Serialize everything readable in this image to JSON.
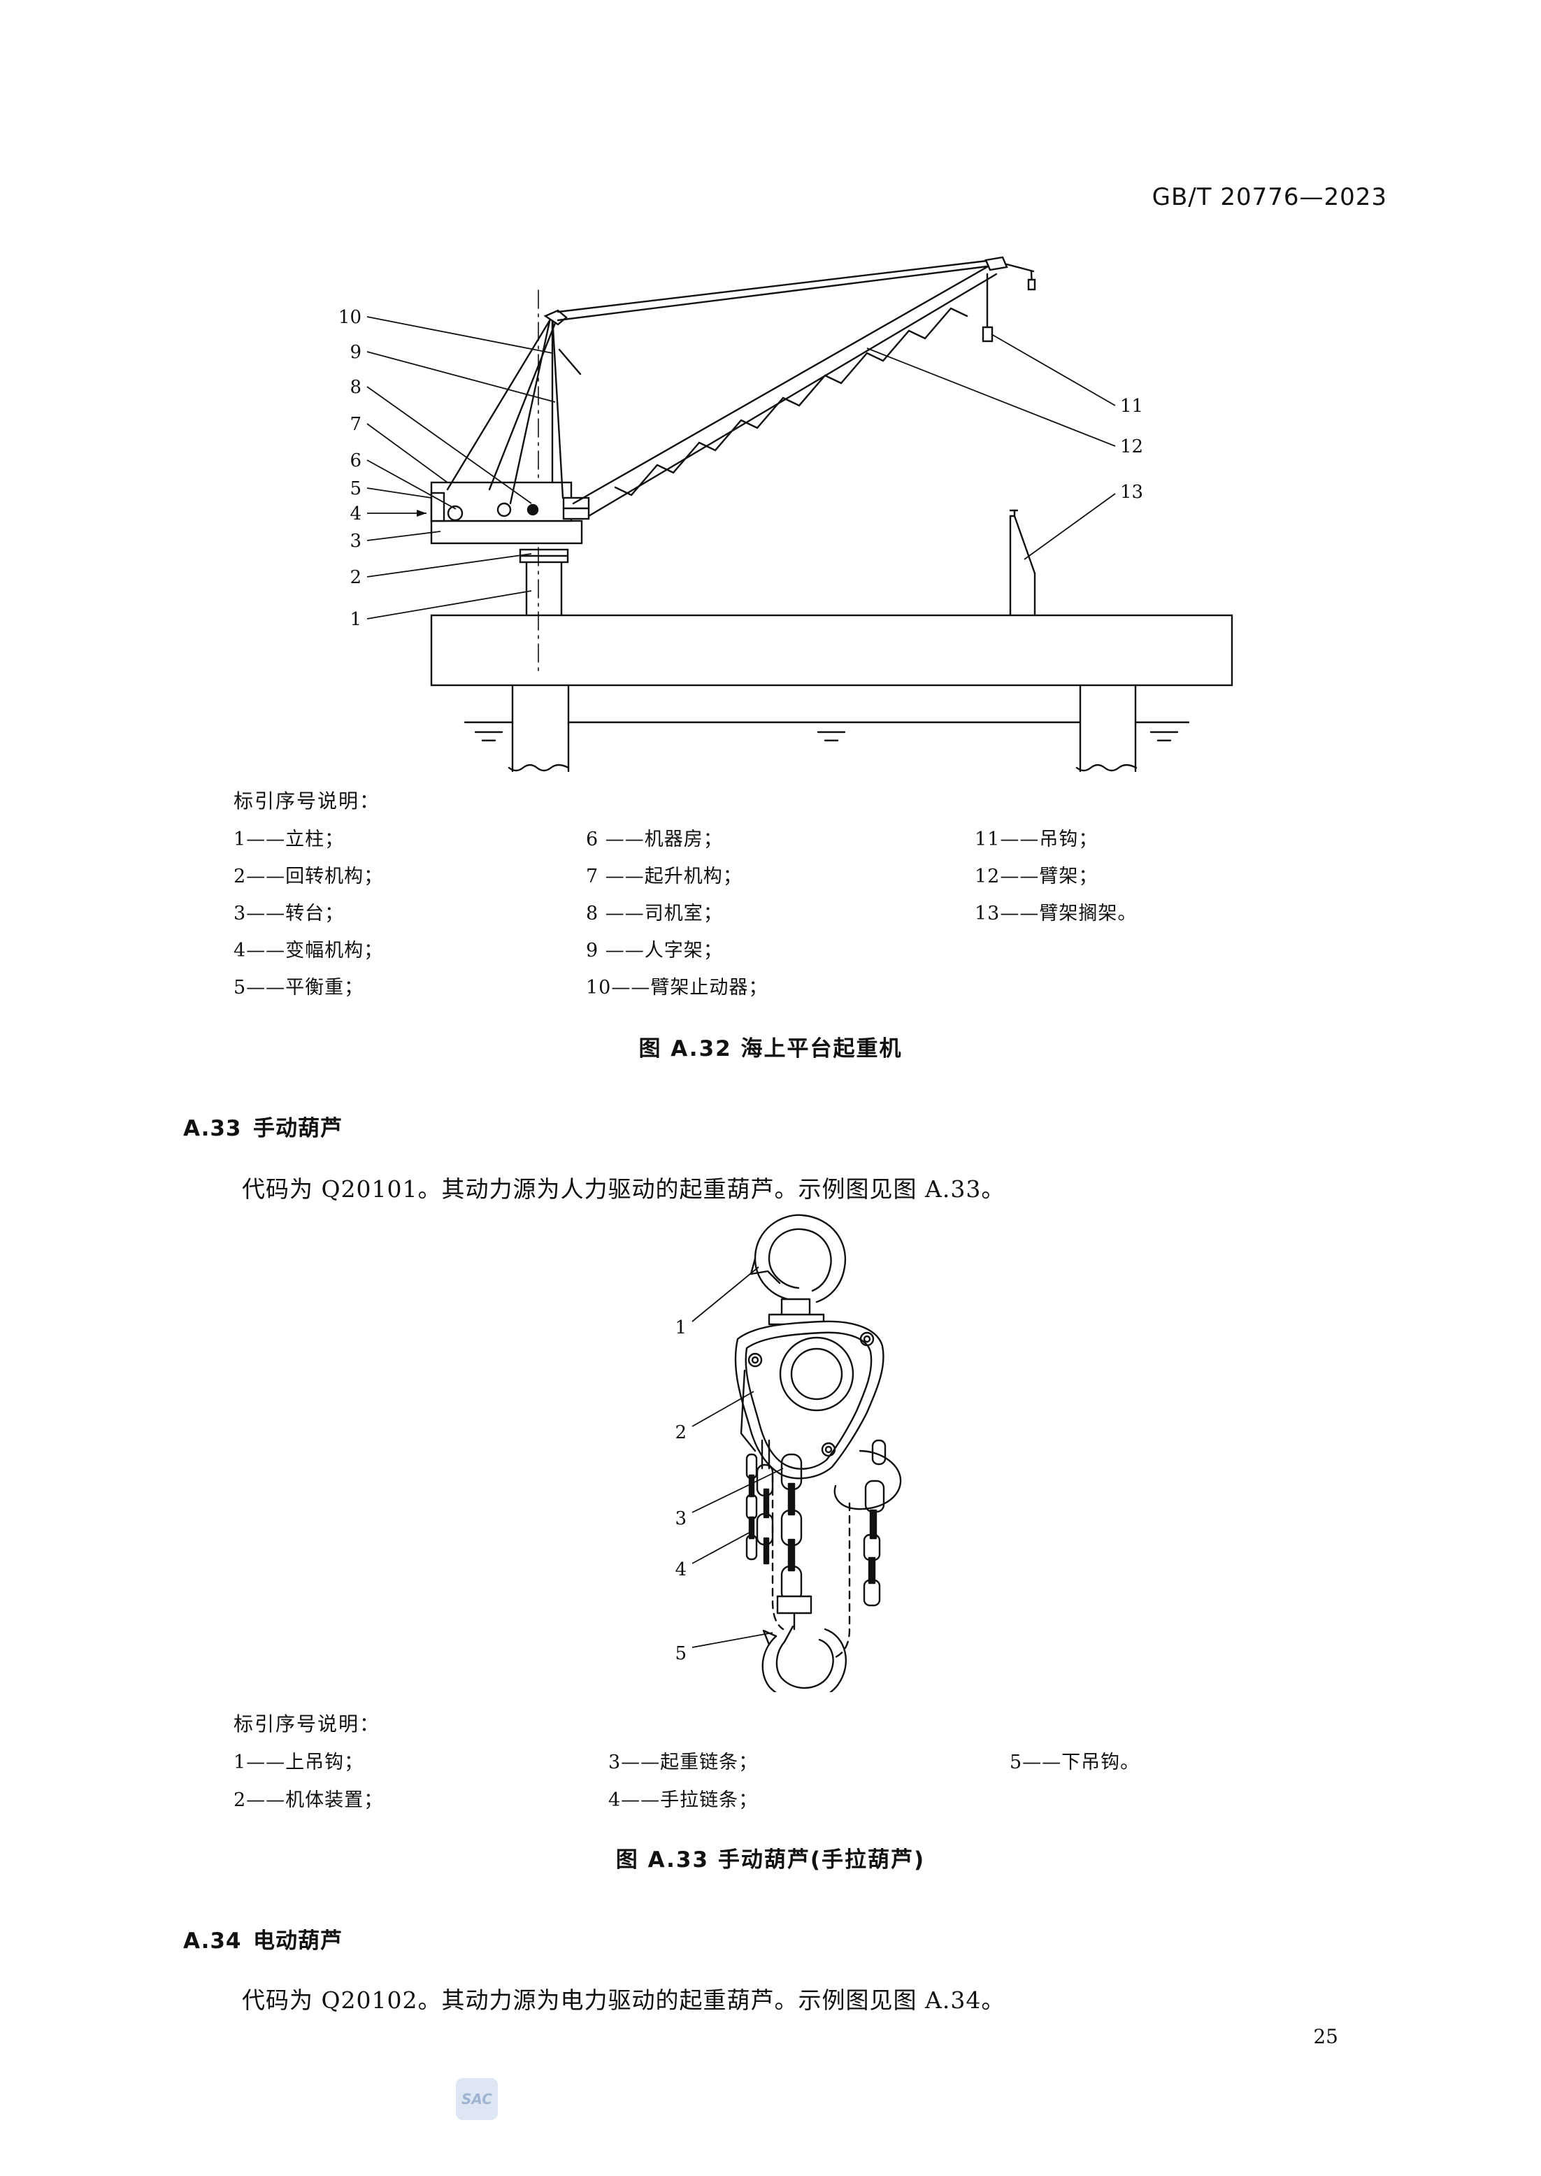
{
  "header": {
    "standard_number": "GB/T 20776—2023"
  },
  "figure_a32": {
    "callouts": [
      "1",
      "2",
      "3",
      "4",
      "5",
      "6",
      "7",
      "8",
      "9",
      "10",
      "11",
      "12",
      "13"
    ],
    "legend_title": "标引序号说明：",
    "legend": [
      "1——立柱；",
      "2——回转机构；",
      "3——转台；",
      "4——变幅机构；",
      "5——平衡重；",
      "6 ——机器房；",
      "7 ——起升机构；",
      "8 ——司机室；",
      "9 ——人字架；",
      "10——臂架止动器；",
      "11——吊钩；",
      "12——臂架；",
      "13——臂架搁架。"
    ],
    "caption": "图 A.32  海上平台起重机"
  },
  "section_a33": {
    "number": "A.33",
    "title": "手动葫芦",
    "paragraph": "代码为 Q20101。其动力源为人力驱动的起重葫芦。示例图见图 A.33。"
  },
  "figure_a33": {
    "callouts": [
      "1",
      "2",
      "3",
      "4",
      "5"
    ],
    "legend_title": "标引序号说明：",
    "legend": [
      "1——上吊钩；",
      "2——机体装置；",
      "3——起重链条；",
      "4——手拉链条；",
      "5——下吊钩。"
    ],
    "caption": "图 A.33  手动葫芦(手拉葫芦)"
  },
  "section_a34": {
    "number": "A.34",
    "title": "电动葫芦",
    "paragraph": "代码为 Q20102。其动力源为电力驱动的起重葫芦。示例图见图 A.34。"
  },
  "footer": {
    "page_number": "25",
    "watermark": "SAC"
  }
}
